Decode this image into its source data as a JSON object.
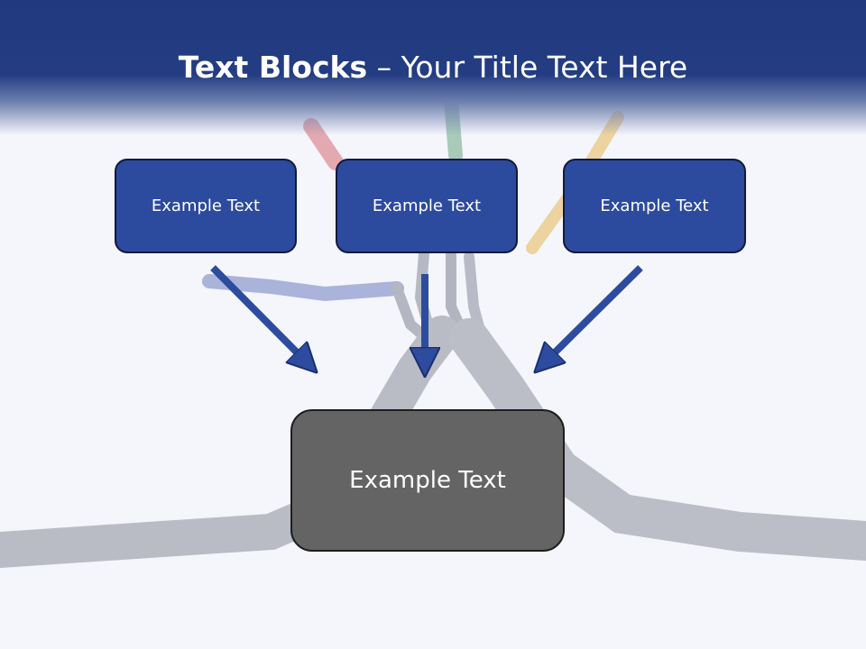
{
  "slide": {
    "title_bold": "Text Blocks",
    "title_rest": " – Your Title Text Here"
  },
  "diagram": {
    "top_boxes": [
      {
        "label": "Example Text"
      },
      {
        "label": "Example Text"
      },
      {
        "label": "Example Text"
      }
    ],
    "bottom_box": {
      "label": "Example Text"
    }
  },
  "colors": {
    "header": "#213a7f",
    "box_fill": "#2c4a9e",
    "arrow": "#2d4c9f",
    "center_box": "#646464",
    "background": "#f5f6fb"
  }
}
